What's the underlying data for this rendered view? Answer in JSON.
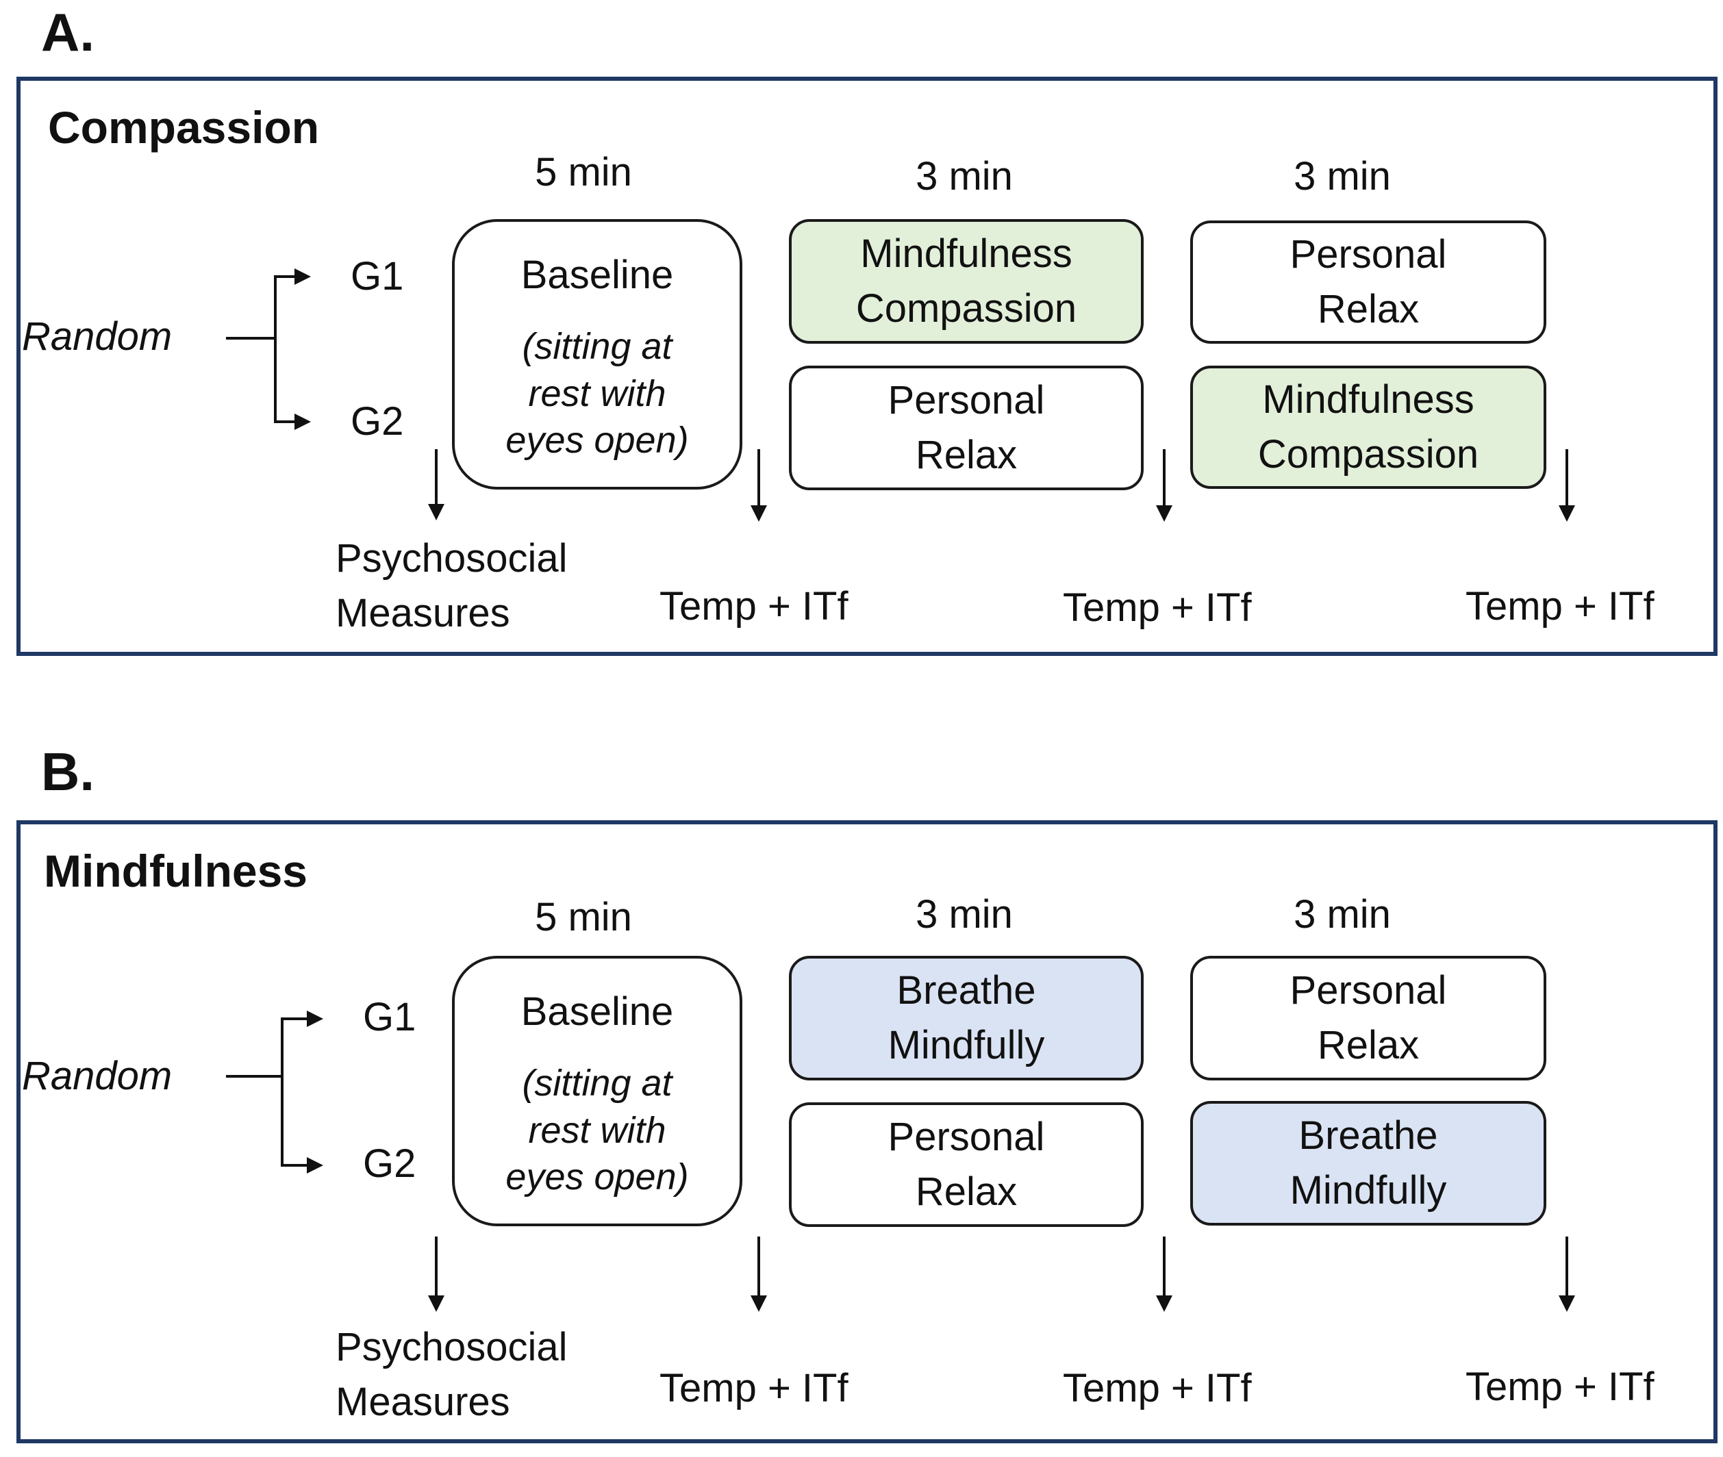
{
  "panels": [
    {
      "letter": "A.",
      "title": "Compassion",
      "random": "Random",
      "groups": [
        "G1",
        "G2"
      ],
      "durations": [
        "5 min",
        "3 min",
        "3 min"
      ],
      "baseline": {
        "label": "Baseline",
        "note_lines": [
          "(sitting at",
          "rest with",
          "eyes open)"
        ]
      },
      "g1_steps": [
        {
          "lines": [
            "Mindfulness",
            "Compassion"
          ],
          "fill": "#e2efd9"
        },
        {
          "lines": [
            "Personal",
            "Relax"
          ],
          "fill": "#ffffff"
        }
      ],
      "g2_steps": [
        {
          "lines": [
            "Personal",
            "Relax"
          ],
          "fill": "#ffffff"
        },
        {
          "lines": [
            "Mindfulness",
            "Compassion"
          ],
          "fill": "#e2efd9"
        }
      ],
      "measures": {
        "psychosocial": [
          "Psychosocial",
          "Measures"
        ],
        "temp": [
          "Temp + ITf",
          "Temp + ITf",
          "Temp + ITf"
        ]
      }
    },
    {
      "letter": "B.",
      "title": "Mindfulness",
      "random": "Random",
      "groups": [
        "G1",
        "G2"
      ],
      "durations": [
        "5 min",
        "3 min",
        "3 min"
      ],
      "baseline": {
        "label": "Baseline",
        "note_lines": [
          "(sitting at",
          "rest with",
          "eyes open)"
        ]
      },
      "g1_steps": [
        {
          "lines": [
            "Breathe",
            "Mindfully"
          ],
          "fill": "#dae3f3"
        },
        {
          "lines": [
            "Personal",
            "Relax"
          ],
          "fill": "#ffffff"
        }
      ],
      "g2_steps": [
        {
          "lines": [
            "Personal",
            "Relax"
          ],
          "fill": "#ffffff"
        },
        {
          "lines": [
            "Breathe",
            "Mindfully"
          ],
          "fill": "#dae3f3"
        }
      ],
      "measures": {
        "psychosocial": [
          "Psychosocial",
          "Measures"
        ],
        "temp": [
          "Temp + ITf",
          "Temp + ITf",
          "Temp + ITf"
        ]
      }
    }
  ],
  "colors": {
    "panel_border": "#1f3864",
    "compassion_fill": "#e2efd9",
    "mindfulness_fill": "#dae3f3"
  }
}
